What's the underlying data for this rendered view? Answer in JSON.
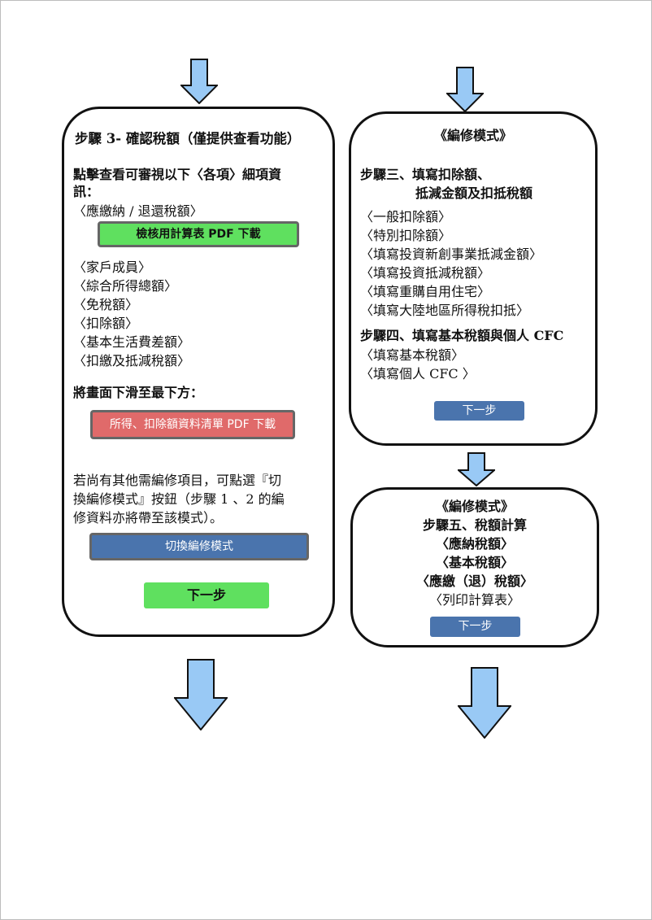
{
  "left_box": {
    "title": "步驟 3- 確認稅額（僅提供查看功能）",
    "intro_line1": "點擊查看可審視以下〈各項〉細項資",
    "intro_line2": "訊：",
    "item_tax_payable": "〈應繳納 / 退還稅額〉",
    "button_check_pdf": "檢核用計算表 PDF 下載",
    "items": [
      "〈家戶成員〉",
      "〈綜合所得總額〉",
      "〈免稅額〉",
      "〈扣除額〉",
      "〈基本生活費差額〉",
      "〈扣繳及抵減稅額〉"
    ],
    "scroll_instruction": "將畫面下滑至最下方：",
    "button_income_pdf": "所得、扣除額資料清單 PDF 下載",
    "note_line1": "若尚有其他需編修項目，可點選『切",
    "note_line2": "換編修模式』按鈕（步驟 1 、2 的編",
    "note_line3": "修資料亦將帶至該模式）。",
    "button_switch_mode": "切換編修模式",
    "button_next": "下一步"
  },
  "right_top_box": {
    "mode_title": "《編修模式》",
    "step3_title_line1": "步驟三、填寫扣除額、",
    "step3_title_line2": "抵減金額及扣抵稅額",
    "step3_items": [
      "〈一般扣除額〉",
      "〈特別扣除額〉",
      "〈填寫投資新創事業抵減金額〉",
      "〈填寫投資抵減稅額〉",
      "〈填寫重購自用住宅〉",
      "〈填寫大陸地區所得稅扣抵〉"
    ],
    "step4_title": "步驟四、填寫基本稅額與個人 CFC",
    "step4_items": [
      "〈填寫基本稅額〉",
      "〈填寫個人 CFC 〉"
    ],
    "button_next": "下一步"
  },
  "right_bottom_box": {
    "mode_title": "《編修模式》",
    "step5_title": "步驟五、稅額計算",
    "lines": [
      "〈應納稅額〉",
      "〈基本稅額〉",
      "〈應繳（退）稅額〉"
    ],
    "print_line": "〈列印計算表〉",
    "button_next": "下一步"
  },
  "colors": {
    "arrow_fill": "#99c9f5",
    "button_green": "#5fe05f",
    "button_red": "#e06a6a",
    "button_blue": "#4a74ad"
  }
}
